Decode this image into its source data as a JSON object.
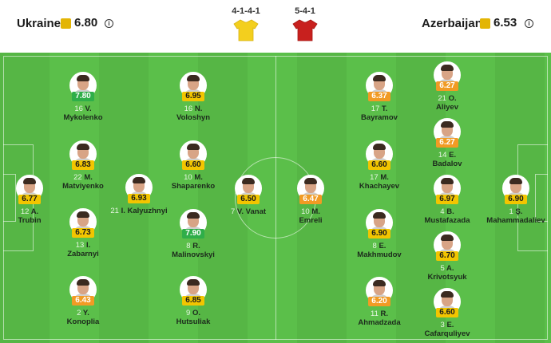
{
  "home": {
    "name": "Ukraine",
    "rating": "6.80",
    "formation": "4-1-4-1",
    "shirt_color": "#f3cf1e"
  },
  "away": {
    "name": "Azerbaijan",
    "rating": "6.53",
    "formation": "5-4-1",
    "shirt_color": "#c8201e"
  },
  "icons": {
    "info": "info-icon",
    "team_badge": "rating-badge-icon"
  },
  "info_glyph": "i",
  "colors": {
    "pitch": "#5bbf4a",
    "stripe": "#55b544",
    "badge_home": "#e3b505",
    "badge_away": "#e3b505",
    "rating_green": "#2fae49",
    "rating_yellow": "#f2c500",
    "rating_orange": "#f19b24"
  },
  "players": [
    {
      "num": "12",
      "name": "A.",
      "name2": "Trubin",
      "rating": "6.77",
      "tier": "yellow"
    },
    {
      "num": "16",
      "name": "V.",
      "name2": "Mykolenko",
      "rating": "7.80",
      "tier": "green"
    },
    {
      "num": "22",
      "name": "M.",
      "name2": "Matviyenko",
      "rating": "6.83",
      "tier": "yellow"
    },
    {
      "num": "13",
      "name": "I.",
      "name2": "Zabarnyi",
      "rating": "6.73",
      "tier": "yellow"
    },
    {
      "num": "2",
      "name": "Y.",
      "name2": "Konoplia",
      "rating": "6.43",
      "tier": "orange"
    },
    {
      "num": "21",
      "name": "I.",
      "name2": "Kalyuzhnyi",
      "rating": "6.93",
      "tier": "yellow"
    },
    {
      "num": "16",
      "name": "N.",
      "name2": "Voloshyn",
      "rating": "6.95",
      "tier": "yellow"
    },
    {
      "num": "10",
      "name": "M.",
      "name2": "Shaparenko",
      "rating": "6.60",
      "tier": "yellow"
    },
    {
      "num": "8",
      "name": "R.",
      "name2": "Malinovskyi",
      "rating": "7.90",
      "tier": "green"
    },
    {
      "num": "9",
      "name": "O.",
      "name2": "Hutsuliak",
      "rating": "6.85",
      "tier": "yellow"
    },
    {
      "num": "7",
      "name": "V. Vanat",
      "name2": "",
      "rating": "6.50",
      "tier": "yellow"
    },
    {
      "num": "10",
      "name": "M.",
      "name2": "Emreli",
      "rating": "6.47",
      "tier": "orange"
    },
    {
      "num": "17",
      "name": "T.",
      "name2": "Bayramov",
      "rating": "6.37",
      "tier": "orange"
    },
    {
      "num": "17",
      "name": "M.",
      "name2": "Khachayev",
      "rating": "6.60",
      "tier": "yellow"
    },
    {
      "num": "8",
      "name": "E.",
      "name2": "Makhmudov",
      "rating": "6.90",
      "tier": "yellow"
    },
    {
      "num": "11",
      "name": "R.",
      "name2": "Ahmadzada",
      "rating": "6.20",
      "tier": "orange"
    },
    {
      "num": "21",
      "name": "O.",
      "name2": "Aliyev",
      "rating": "6.27",
      "tier": "orange"
    },
    {
      "num": "14",
      "name": "E.",
      "name2": "Badalov",
      "rating": "6.27",
      "tier": "orange"
    },
    {
      "num": "4",
      "name": "B.",
      "name2": "Mustafazada",
      "rating": "6.97",
      "tier": "yellow"
    },
    {
      "num": "5",
      "name": "A.",
      "name2": "Krivotsyuk",
      "rating": "6.70",
      "tier": "yellow"
    },
    {
      "num": "3",
      "name": "E.",
      "name2": "Cafarquliyev",
      "rating": "6.60",
      "tier": "yellow"
    },
    {
      "num": "1",
      "name": "Ş.",
      "name2": "Mahammadaliev",
      "rating": "6.90",
      "tier": "yellow"
    }
  ]
}
